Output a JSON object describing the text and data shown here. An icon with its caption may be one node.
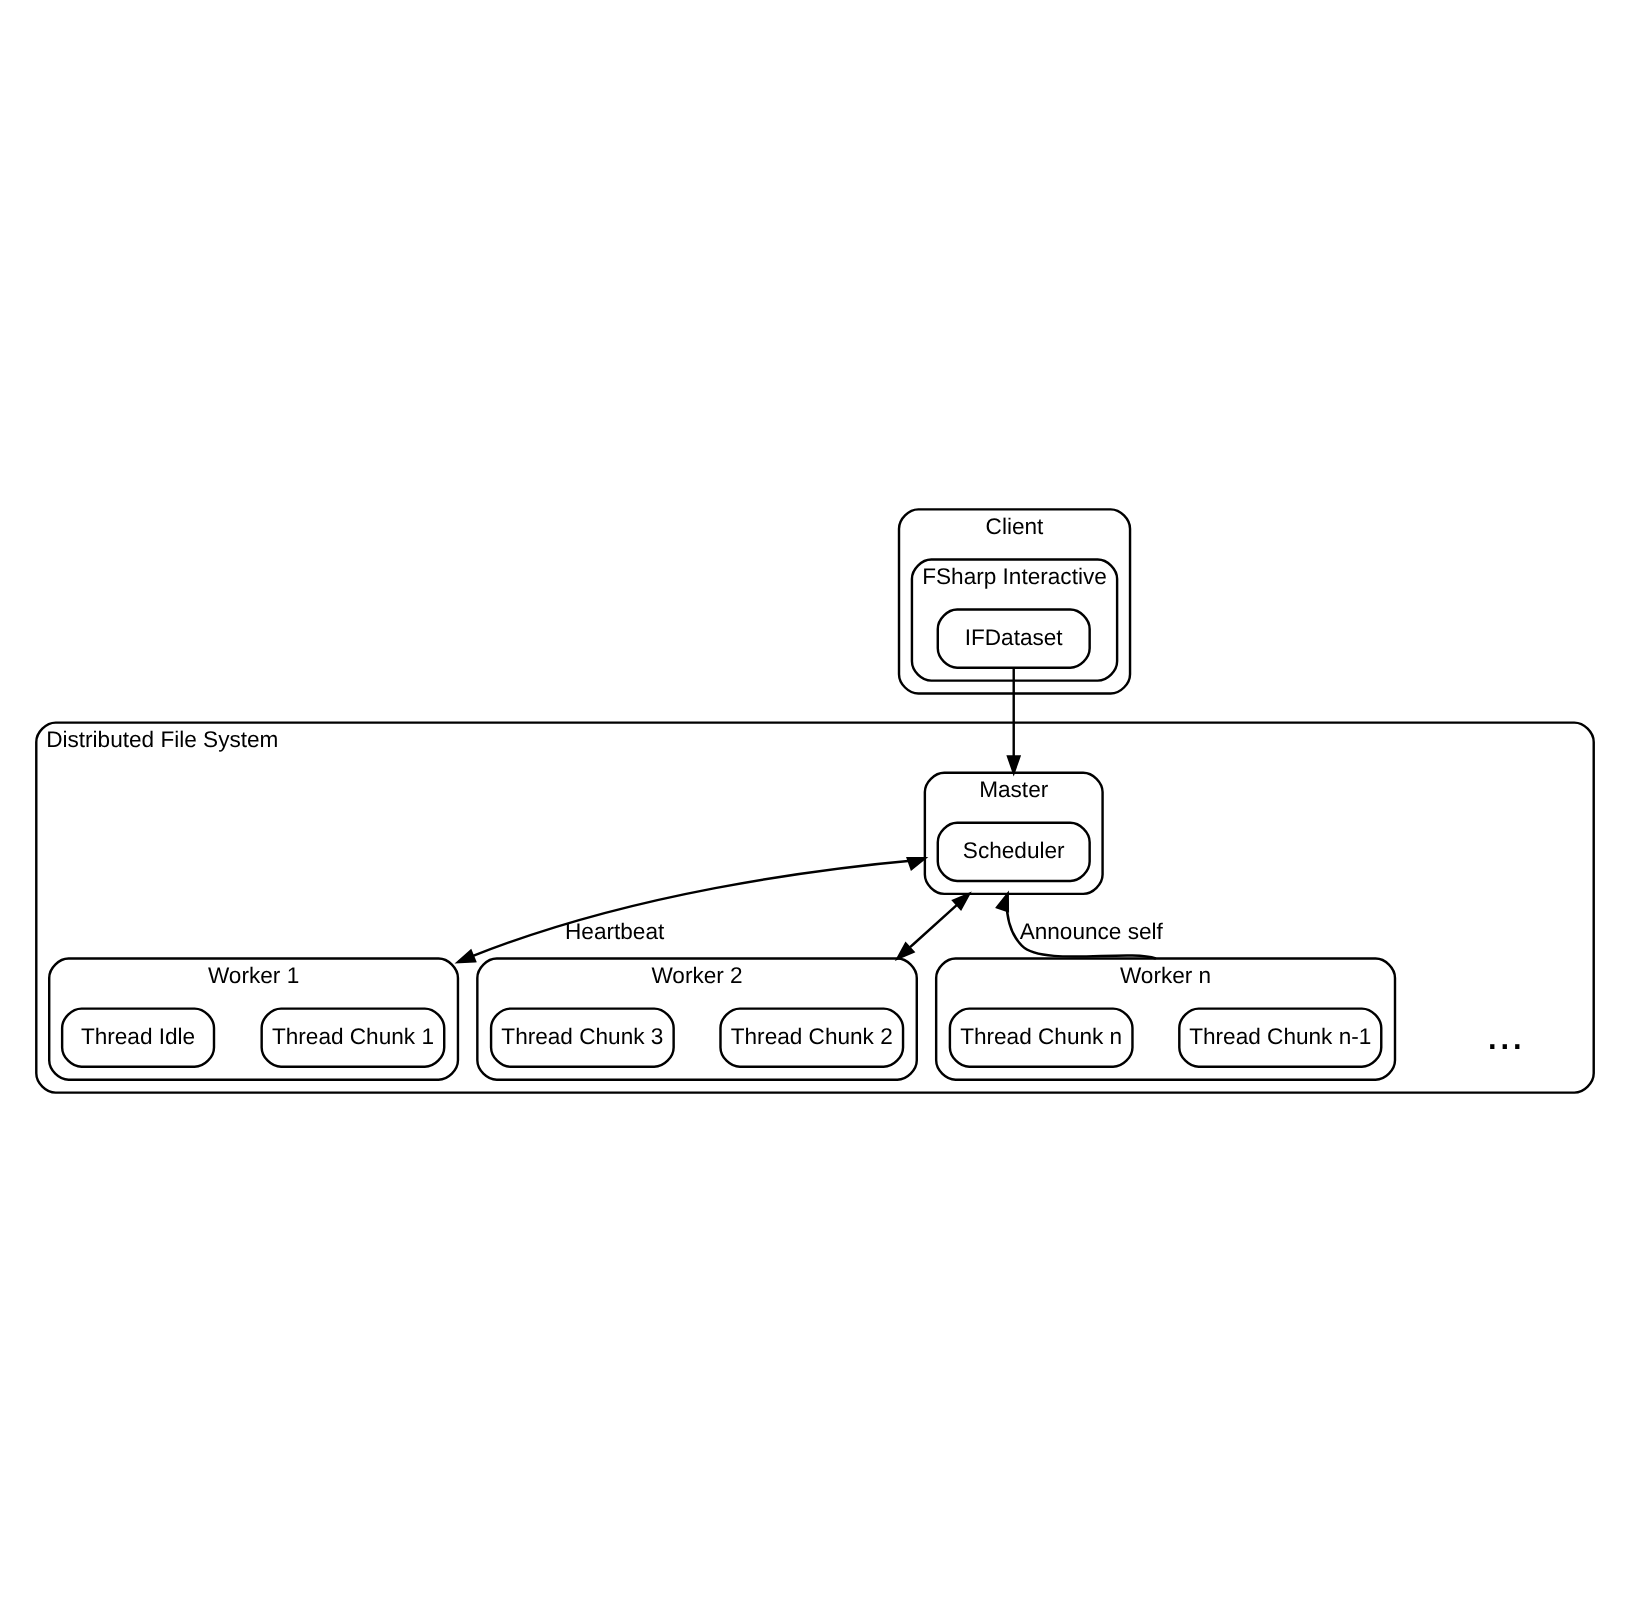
{
  "diagram": {
    "nodes": [
      {
        "text": [
          "Client"
        ]
      },
      {
        "text": [
          "FSharp Interactive"
        ],
        "in": 0
      },
      {
        "text": [
          "IFDataset"
        ],
        "in": 1
      },
      {
        "text": [
          "Distributed File System"
        ]
      },
      {
        "text": [
          "Master"
        ],
        "in": 3
      },
      {
        "text": [
          "Scheduler"
        ],
        "in": 4
      },
      {
        "text": [
          "Worker 1"
        ],
        "in": 3
      },
      {
        "text": [
          "Thread Chunk 1"
        ],
        "in": 6
      },
      {
        "text": [
          "Thread Idle"
        ],
        "in": 6
      },
      {
        "text": [
          "Worker 2"
        ],
        "in": 3
      },
      {
        "text": [
          "Thread Chunk 2"
        ],
        "in": 9
      },
      {
        "text": [
          "Thread Chunk 3"
        ],
        "in": 9
      },
      {
        "text": [
          "Worker n"
        ],
        "in": 3
      },
      {
        "text": [
          "Thread Chunk n-1"
        ],
        "in": 12
      },
      {
        "text": [
          "Thread Chunk n"
        ],
        "in": 12
      }
    ],
    "edges": [
      {
        "from": 2,
        "to": 4,
        "arrow": "to"
      },
      {
        "from": 4,
        "to": 6,
        "arrow": "both",
        "label": "Heartbeat"
      },
      {
        "from": 4,
        "to": 9,
        "arrow": "both"
      },
      {
        "from": 12,
        "to": 4,
        "arrow": "to",
        "label": "Announce self"
      }
    ],
    "labels": [
      "..."
    ]
  }
}
